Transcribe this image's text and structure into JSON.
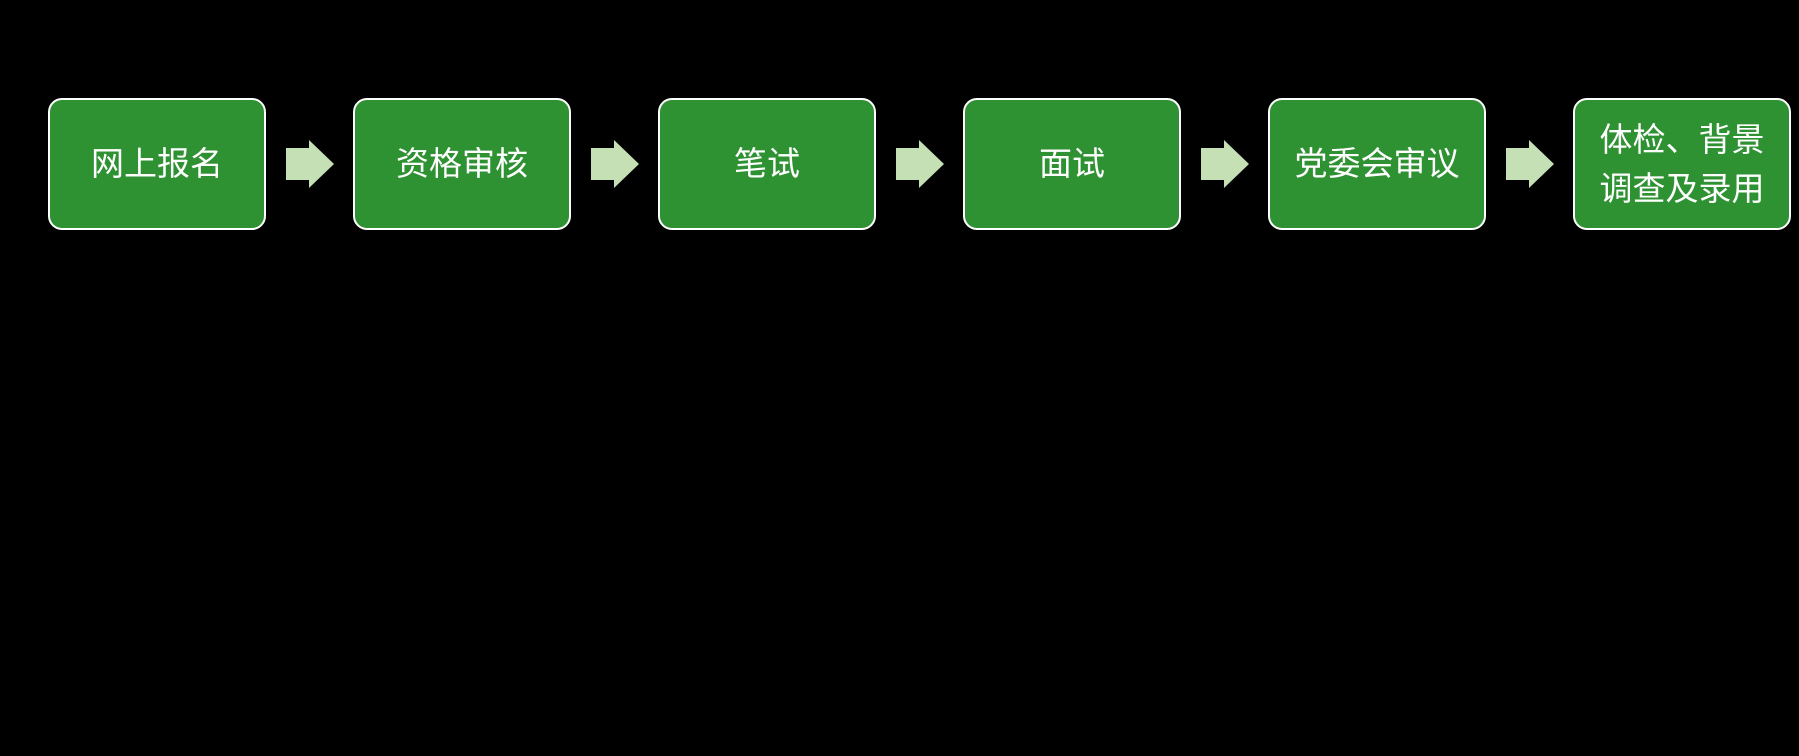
{
  "diagram": {
    "type": "process-flow",
    "direction": "left-to-right",
    "steps": [
      {
        "label": "网上报名"
      },
      {
        "label": "资格审核"
      },
      {
        "label": "笔试"
      },
      {
        "label": "面试"
      },
      {
        "label": "党委会审议"
      },
      {
        "label": "体检、背景调查及录用"
      }
    ],
    "connector": "right-block-arrow",
    "colors": {
      "background": "#000000",
      "box_fill": "#2e9132",
      "box_border": "#ffffff",
      "box_text": "#ffffff",
      "arrow_fill": "#c5e0b4"
    }
  }
}
